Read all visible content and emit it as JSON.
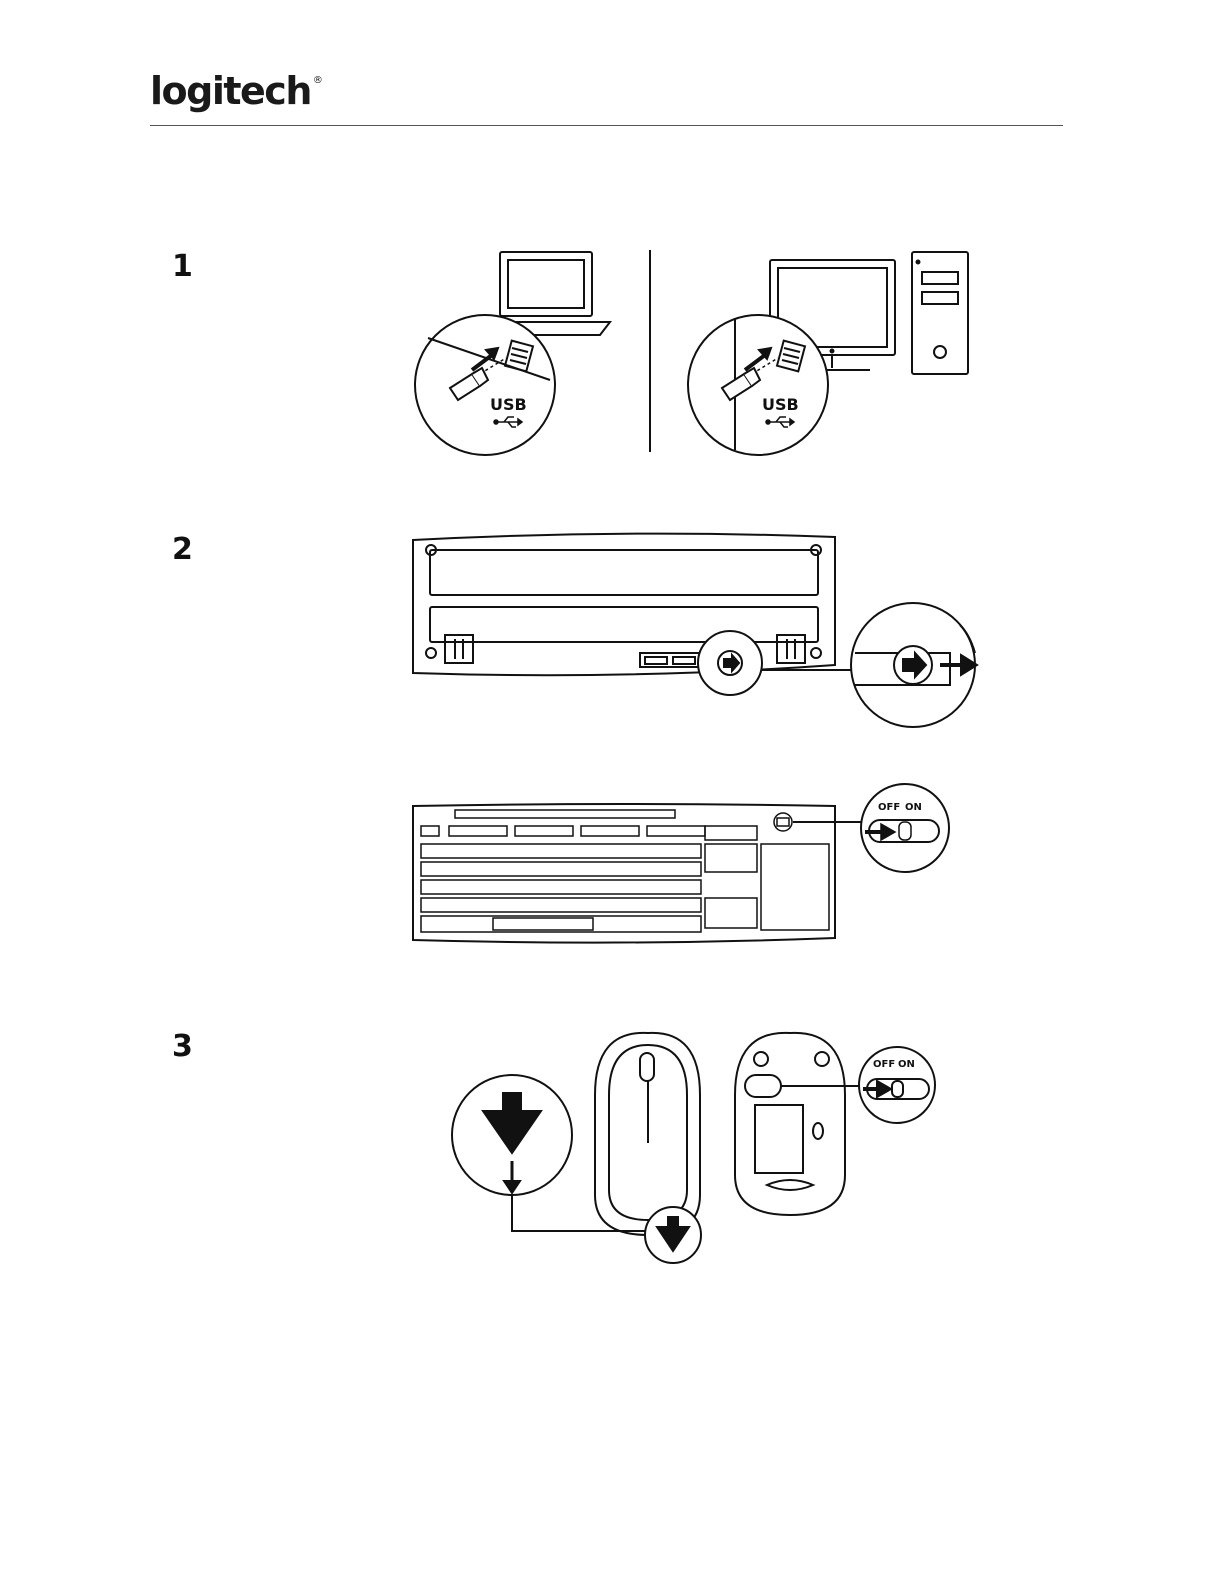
{
  "header": {
    "brand": "logitech",
    "registered_mark": "®"
  },
  "steps": [
    {
      "number": "1",
      "labels": {
        "usb_left": "USB",
        "usb_right": "USB"
      }
    },
    {
      "number": "2",
      "labels": {
        "switch_off": "OFF",
        "switch_on": "ON"
      }
    },
    {
      "number": "3",
      "labels": {
        "switch_off": "OFF",
        "switch_on": "ON"
      }
    }
  ]
}
